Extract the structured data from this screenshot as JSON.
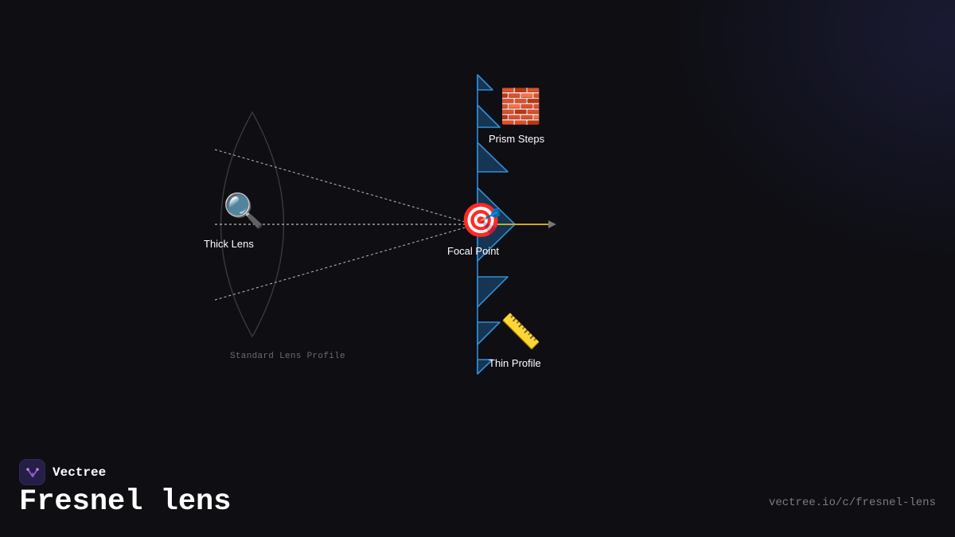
{
  "diagram": {
    "labels": {
      "thick_lens": "Thick Lens",
      "prism_steps": "Prism Steps",
      "focal_point": "Focal Point",
      "thin_profile": "Thin Profile"
    },
    "caption": "Standard Lens Profile",
    "icons": {
      "thick_lens": "magnifying-glass-icon",
      "prism_steps": "brick-icon",
      "focal_point": "target-icon",
      "thin_profile": "ruler-icon"
    },
    "colors": {
      "fresnel_stroke": "#2f8fd8",
      "fresnel_fill": "#163552",
      "focal_ray": "#c8a82a",
      "arrow": "#777777",
      "lens_outline": "#3a3a3a",
      "rays": "#bfbfbf"
    }
  },
  "footer": {
    "brand_name": "Vectree",
    "title": "Fresnel lens",
    "url": "vectree.io/c/fresnel-lens"
  }
}
